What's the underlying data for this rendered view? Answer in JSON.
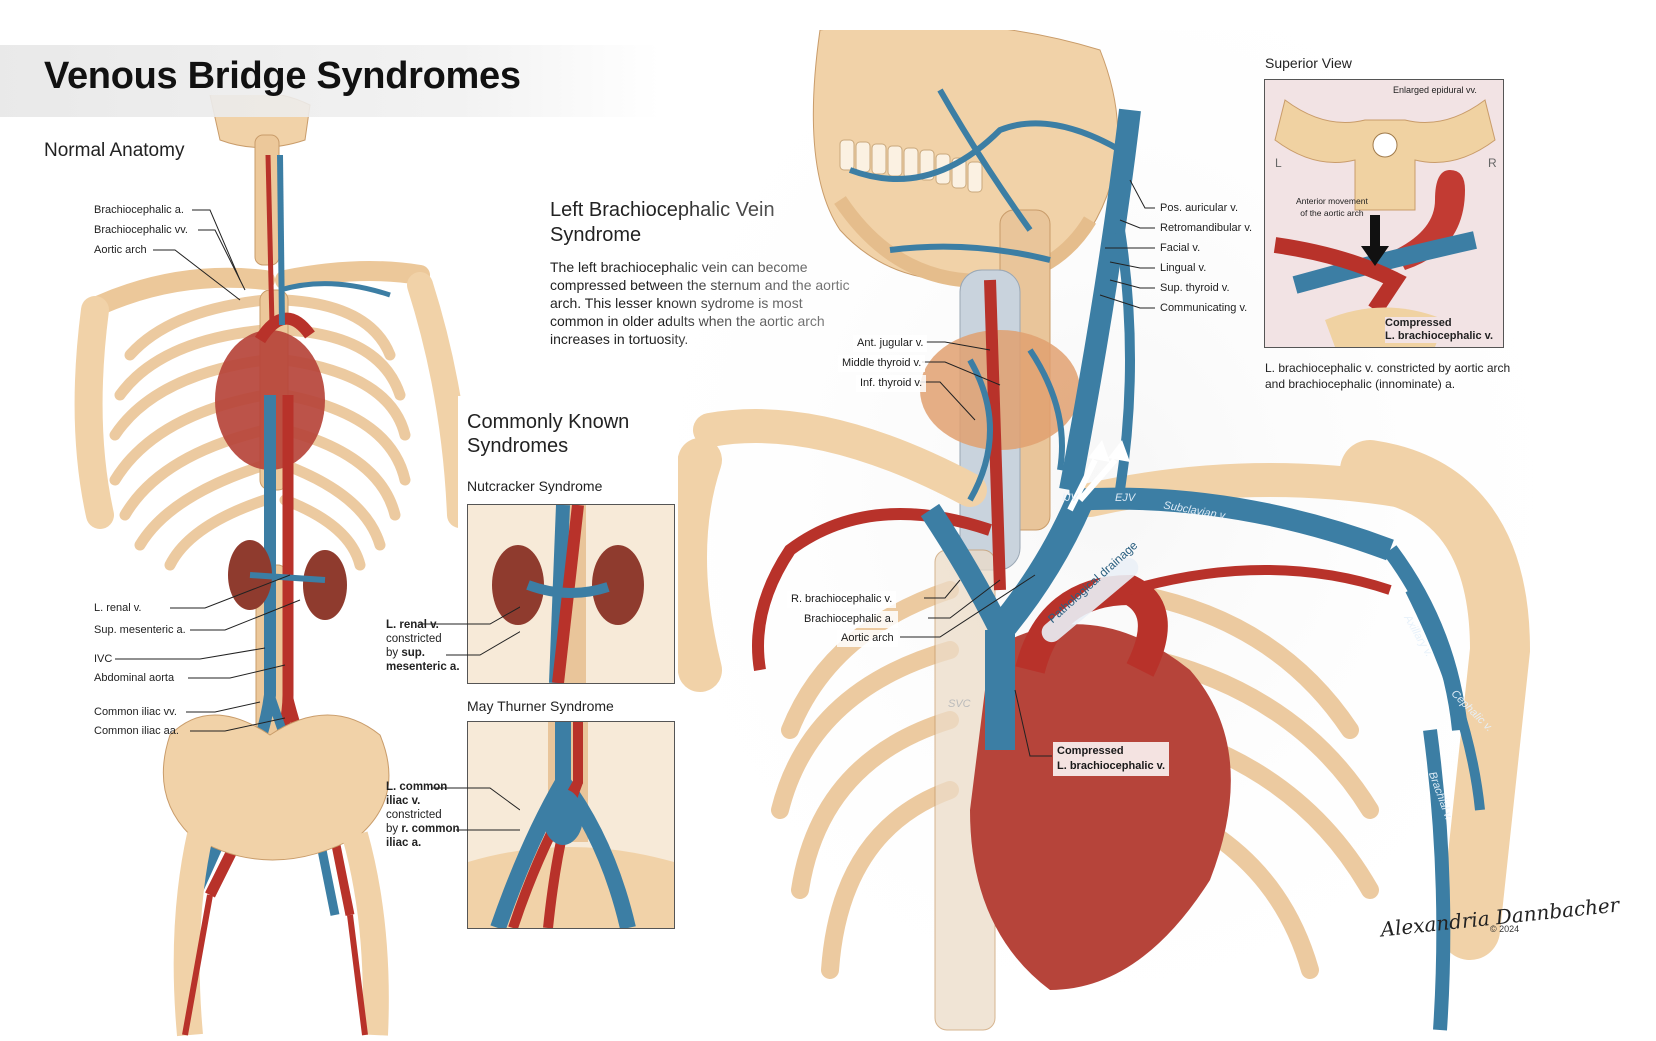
{
  "title": "Venous Bridge Syndromes",
  "normal_anatomy": {
    "heading": "Normal Anatomy",
    "labels": {
      "brachiocephalic_a": "Brachiocephalic a.",
      "brachiocephalic_vv": "Brachiocephalic vv.",
      "aortic_arch": "Aortic arch",
      "l_renal_v": "L. renal v.",
      "sup_mesenteric_a": "Sup. mesenteric a.",
      "ivc": "IVC",
      "abdominal_aorta": "Abdominal aorta",
      "common_iliac_vv": "Common iliac vv.",
      "common_iliac_aa": "Common iliac aa."
    }
  },
  "lbs": {
    "title": "Left Brachiocephalic Vein Syndrome",
    "body": "The left brachiocephalic vein can become compressed between the sternum and the aortic arch. This lesser known sydrome is most common in older adults when the aortic arch increases in tortuosity."
  },
  "known": {
    "title": "Commonly Known Syndromes",
    "nutcracker": {
      "title": "Nutcracker Syndrome",
      "label_a": "L. renal v.",
      "label_b": "constricted",
      "label_c": "by",
      "label_d": "sup.",
      "label_e": "mesenteric a."
    },
    "maythurner": {
      "title": "May Thurner Syndrome",
      "label_a": "L. common",
      "label_b": "iliac v.",
      "label_c": "constricted",
      "label_d": "by",
      "label_e": "r. common",
      "label_f": "iliac a."
    }
  },
  "neck": {
    "labels": {
      "pos_auricular": "Pos. auricular v.",
      "retromandibular": "Retromandibular v.",
      "facial": "Facial v.",
      "lingual": "Lingual v.",
      "sup_thyroid": "Sup. thyroid v.",
      "communicating": "Communicating v.",
      "ant_jugular": "Ant. jugular v.",
      "middle_thyroid": "Middle thyroid v.",
      "inf_thyroid": "Inf. thyroid v.",
      "r_brachiocephalic_v": "R. brachiocephalic v.",
      "brachiocephalic_a": "Brachiocephalic a.",
      "aortic_arch": "Aortic arch",
      "compressed_1": "Compressed",
      "compressed_2": "L. brachiocephalic v."
    },
    "inline": {
      "ijv": "IJV",
      "ejv": "EJV",
      "subclavian": "Subclavian v.",
      "pathological": "Pathological drainage",
      "svc": "SVC",
      "axillary": "Axillary v.",
      "cephalic": "Cephalic v.",
      "brachial": "Brachial v."
    }
  },
  "superior": {
    "title": "Superior View",
    "enlarged_epidural": "Enlarged epidural vv.",
    "left": "L",
    "right": "R",
    "anterior_1": "Anterior movement",
    "anterior_2": "of the aortic arch",
    "compressed_1": "Compressed",
    "compressed_2": "L. brachiocephalic v.",
    "caption": "L. brachiocephalic v. constricted by aortic arch and brachiocephalic (innominate) a."
  },
  "signature": "Alexandria Dannbacher",
  "copyright": "© 2024",
  "colors": {
    "bone": "#f1d2a8",
    "bone_shade": "#d9ac79",
    "vein": "#3c7ea4",
    "vein_dark": "#2a5f80",
    "artery": "#b8322a",
    "heart": "#b6443a",
    "kidney": "#8f3b2e"
  }
}
